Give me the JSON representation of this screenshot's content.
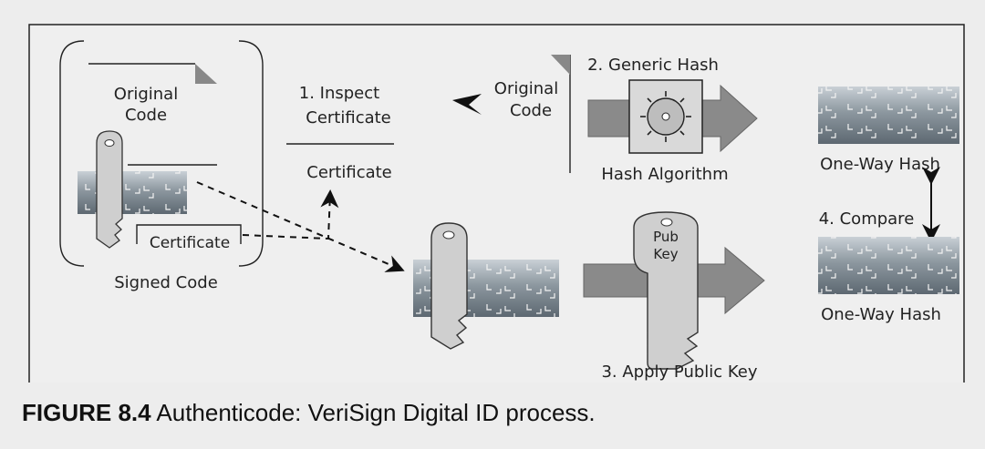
{
  "labels": {
    "original_code_left": [
      "Original",
      "Code"
    ],
    "signed_code": "Signed Code",
    "certificate_in_box": "Certificate",
    "inspect_certificate": [
      "1. Inspect",
      "Certificate"
    ],
    "certificate_mid": "Certificate",
    "original_code_mid": [
      "Original",
      "Code"
    ],
    "generic_hash": "2. Generic Hash",
    "hash_algorithm": "Hash Algorithm",
    "one_way_hash_top": "One-Way Hash",
    "compare": "4. Compare",
    "one_way_hash_bottom": "One-Way Hash",
    "pub_key": [
      "Pub",
      "Key"
    ],
    "apply_public_key": "3. Apply Public Key"
  },
  "caption": {
    "figure_label": "FIGURE 8.4",
    "text": "Authenticode: VeriSign Digital ID process."
  },
  "colors": {
    "panel_bg": "#efefef",
    "block_gradient_light": "#c4ccd3",
    "block_gradient_dark": "#5f6b75",
    "arrow_fill": "#8a8a8a",
    "key_fill": "#cfcfcf"
  }
}
